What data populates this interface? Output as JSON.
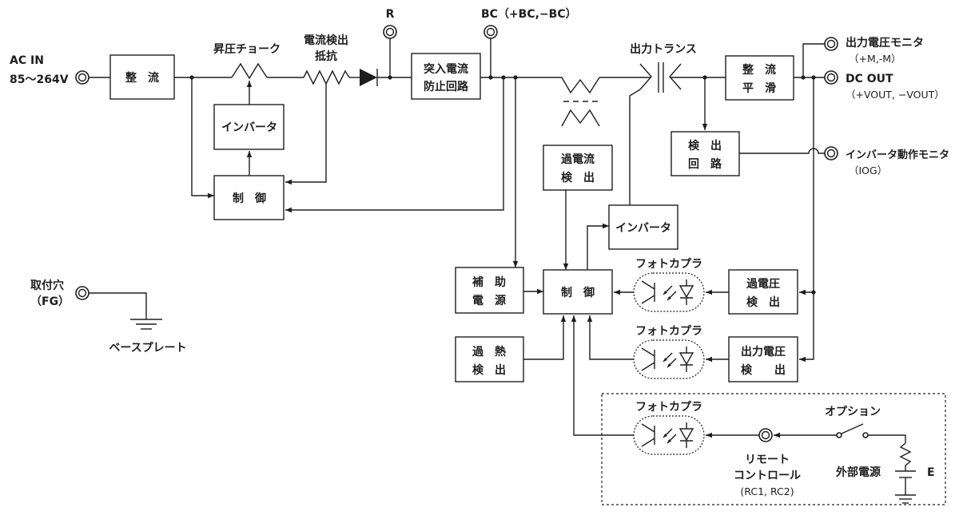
{
  "colors": {
    "line": "#1e1e1e",
    "background": "#ffffff"
  },
  "terminals": {
    "ac_in": {
      "label": "AC IN",
      "sub": "85～264V"
    },
    "r": {
      "label": "R"
    },
    "bc": {
      "label": "BC（+BC,−BC）"
    },
    "output_monitor": {
      "label": "出力電圧モニタ",
      "sub": "（+M,-M）"
    },
    "dc_out": {
      "label": "DC OUT",
      "sub": "（+VOUT, −VOUT）"
    },
    "inverter_monitor": {
      "label": "インバータ動作モニタ",
      "sub": "（IOG）"
    },
    "fg": {
      "label": "取付穴",
      "sub": "（FG）"
    },
    "remote": {
      "line1": "リモート",
      "line2": "コントロール",
      "line3": "(RC1, RC2)"
    }
  },
  "components": {
    "boost_choke": "昇圧チョーク",
    "current_sense": [
      "電流検出",
      "抵抗"
    ],
    "output_transformer": "出力トランス",
    "base_plate": "ベースプレート",
    "option": "オプション",
    "external_power": "外部電源",
    "external_power_symbol": "E"
  },
  "blocks": {
    "input_rectifier": [
      "整　流"
    ],
    "inverter_primary": [
      "インバータ"
    ],
    "control_primary": [
      "制　御"
    ],
    "inrush_prevention": [
      "突入電流",
      "防止回路"
    ],
    "overcurrent_detect": [
      "過電流",
      "検　出"
    ],
    "inverter_secondary": [
      "インバータ"
    ],
    "aux_power": [
      "補　助",
      "電　源"
    ],
    "control_secondary": [
      "制　御"
    ],
    "overheat_detect": [
      "過　熱",
      "検　出"
    ],
    "output_rectifier": [
      "整　流",
      "平　滑"
    ],
    "detect_circuit": [
      "検　出",
      "回　路"
    ],
    "overvoltage_detect": [
      "過電圧",
      "検　出"
    ],
    "output_voltage_detect": [
      "出力電圧",
      "検　　出"
    ]
  },
  "photocouplers": [
    "フォトカプラ",
    "フォトカプラ",
    "フォトカプラ"
  ]
}
